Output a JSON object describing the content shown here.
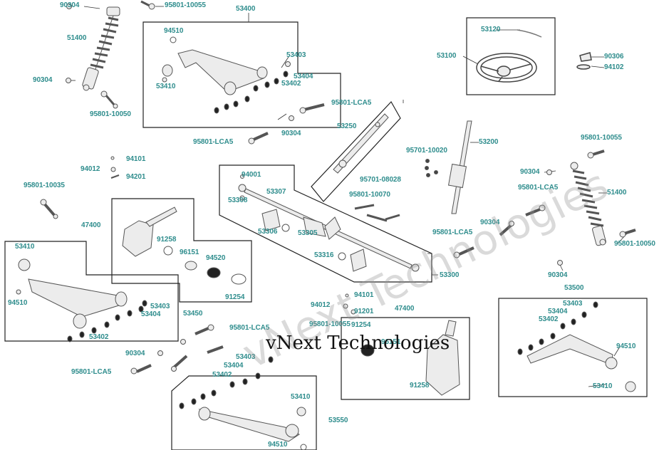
{
  "watermark": {
    "company": "vNext Technologies",
    "large": "vNext Technologies"
  },
  "colors": {
    "label": "#2f8d8d",
    "line": "#222222",
    "part_fill": "#ececec",
    "part_stroke": "#555555"
  },
  "labels": {
    "l90304a": "90304",
    "l95801_10055a": "95801-10055",
    "l53400": "53400",
    "l94510a": "94510",
    "l51400a": "51400",
    "l53403a": "53403",
    "l53404a": "53404",
    "l53410a": "53410",
    "l53402a": "53402",
    "l90304b": "90304",
    "l95801_10050a": "95801-10050",
    "l95801_lca5a": "95801-LCA5",
    "l90304c": "90304",
    "l95801_lca5b": "95801-LCA5",
    "l53120": "53120",
    "l53100": "53100",
    "l90306": "90306",
    "l94102": "94102",
    "l53250": "53250",
    "l53200": "53200",
    "l95701_10020": "95701-10020",
    "l95801_10055b": "95801-10055",
    "l94101a": "94101",
    "l94012a": "94012",
    "l94201a": "94201",
    "l94001": "94001",
    "l53307": "53307",
    "l95701_08028": "95701-08028",
    "l90304d": "90304",
    "l95801_lca5c": "95801-LCA5",
    "l51400b": "51400",
    "l95801_10035": "95801-10035",
    "l53308": "53308",
    "l95801_10070": "95801-10070",
    "l47400": "47400",
    "l91258a": "91258",
    "l53306": "53306",
    "l53305": "53305",
    "l90304e": "90304",
    "l95801_lca5d": "95801-LCA5",
    "l95801_10050b": "95801-10050",
    "l53410b": "53410",
    "l96151a": "96151",
    "l94520": "94520",
    "l53316": "53316",
    "l53300": "53300",
    "l90304f": "90304",
    "l53500": "53500",
    "l94510b": "94510",
    "l91254a": "91254",
    "l94101b": "94101",
    "l53403b": "53403",
    "l94012b": "94012",
    "l91201": "91201",
    "l47400b": "47400",
    "l53403c": "53403",
    "l53404b": "53404",
    "l53404c": "53404",
    "l53450": "53450",
    "l53402b": "53402",
    "l95801_10055c": "95801-10055",
    "l91254b": "91254",
    "l53402c": "53402",
    "l95801_lca5e": "95801-LCA5",
    "l96151b": "96151",
    "l94510c": "94510",
    "l90304g": "90304",
    "l53403d": "53403",
    "l53404d": "53404",
    "l95801_lca5f": "95801-LCA5",
    "l53402d": "53402",
    "l91258b": "91258",
    "l53410c": "53410",
    "l53410d": "53410",
    "l53550": "53550",
    "l94510d": "94510"
  }
}
